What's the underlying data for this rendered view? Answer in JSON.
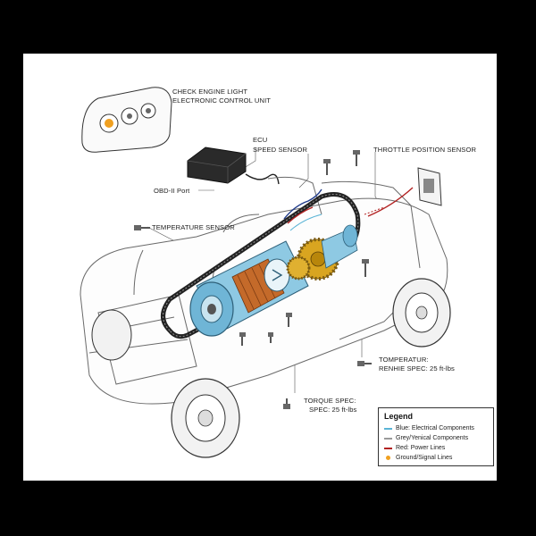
{
  "labels": {
    "check_engine": "CHECK ENGINE LIGHT",
    "ecu_unit": "ELECTRONIC CONTROL UNIT",
    "ecu": "ECU",
    "speed_sensor": "SPEED SENSOR",
    "throttle_sensor": "THROTTLE POSITION SENSOR",
    "obd_port": "OBD-II Port",
    "temp_sensor": "TEMPERATURE SENSOR",
    "temperature_right": "TOMPERATUR:",
    "renhie_spec": "RENHIE SPEC: 25 ft-lbs",
    "torque_spec": "TORQUE SPEC:",
    "spec": "SPEC: 25 ft-lbs"
  },
  "legend": {
    "title": "Legend",
    "items": [
      {
        "text": "Blue: Electrical Components",
        "color": "#5ab4d6",
        "kind": "line"
      },
      {
        "text": "Grey/Yenical Components",
        "color": "#9a9a9a",
        "kind": "line"
      },
      {
        "text": "Red: Power Lines",
        "color": "#b22222",
        "kind": "line"
      },
      {
        "text": "Ground/Signal Lines",
        "color": "#f0a020",
        "kind": "dot"
      }
    ]
  }
}
